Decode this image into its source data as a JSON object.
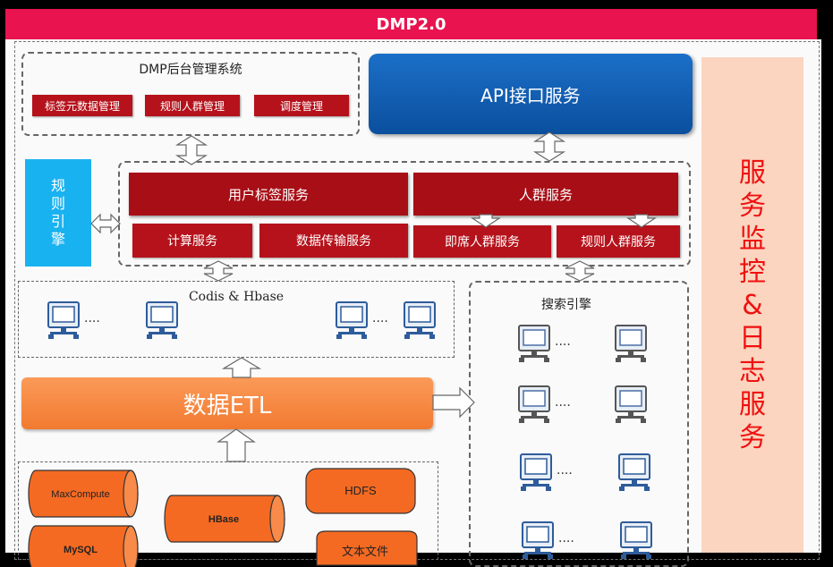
{
  "title": "DMP2.0",
  "backend": {
    "title": "DMP后台管理系统",
    "buttons": [
      "标签元数据管理",
      "规则人群管理",
      "调度管理"
    ]
  },
  "api": {
    "label": "API接口服务"
  },
  "rule_engine": {
    "chars": [
      "规",
      "则",
      "引",
      "擎"
    ]
  },
  "services": {
    "user_tag": "用户标签服务",
    "crowd": "人群服务",
    "sub": [
      "计算服务",
      "数据传输服务",
      "即席人群服务",
      "规则人群服务"
    ]
  },
  "storage": {
    "title": "Codis & Hbase",
    "dots": "····"
  },
  "search": {
    "title": "搜索引擎",
    "dots": "····"
  },
  "etl": {
    "label": "数据ETL"
  },
  "sources": [
    "MaxCompute",
    "HBase",
    "HDFS",
    "MySQL",
    "文本文件"
  ],
  "monitor": {
    "chars": [
      "服",
      "务",
      "监",
      "控",
      "&",
      "日",
      "志",
      "服",
      "务"
    ]
  },
  "colors": {
    "title_bar": "#e8134f",
    "service_red": "#b5121b",
    "api_blue": "#0b4f9e",
    "rule_blue": "#19b2f0",
    "monitor_bg": "#fbd5bf",
    "monitor_text": "#f01010",
    "etl_orange": "#f27a30",
    "source_orange": "#f56a22"
  }
}
